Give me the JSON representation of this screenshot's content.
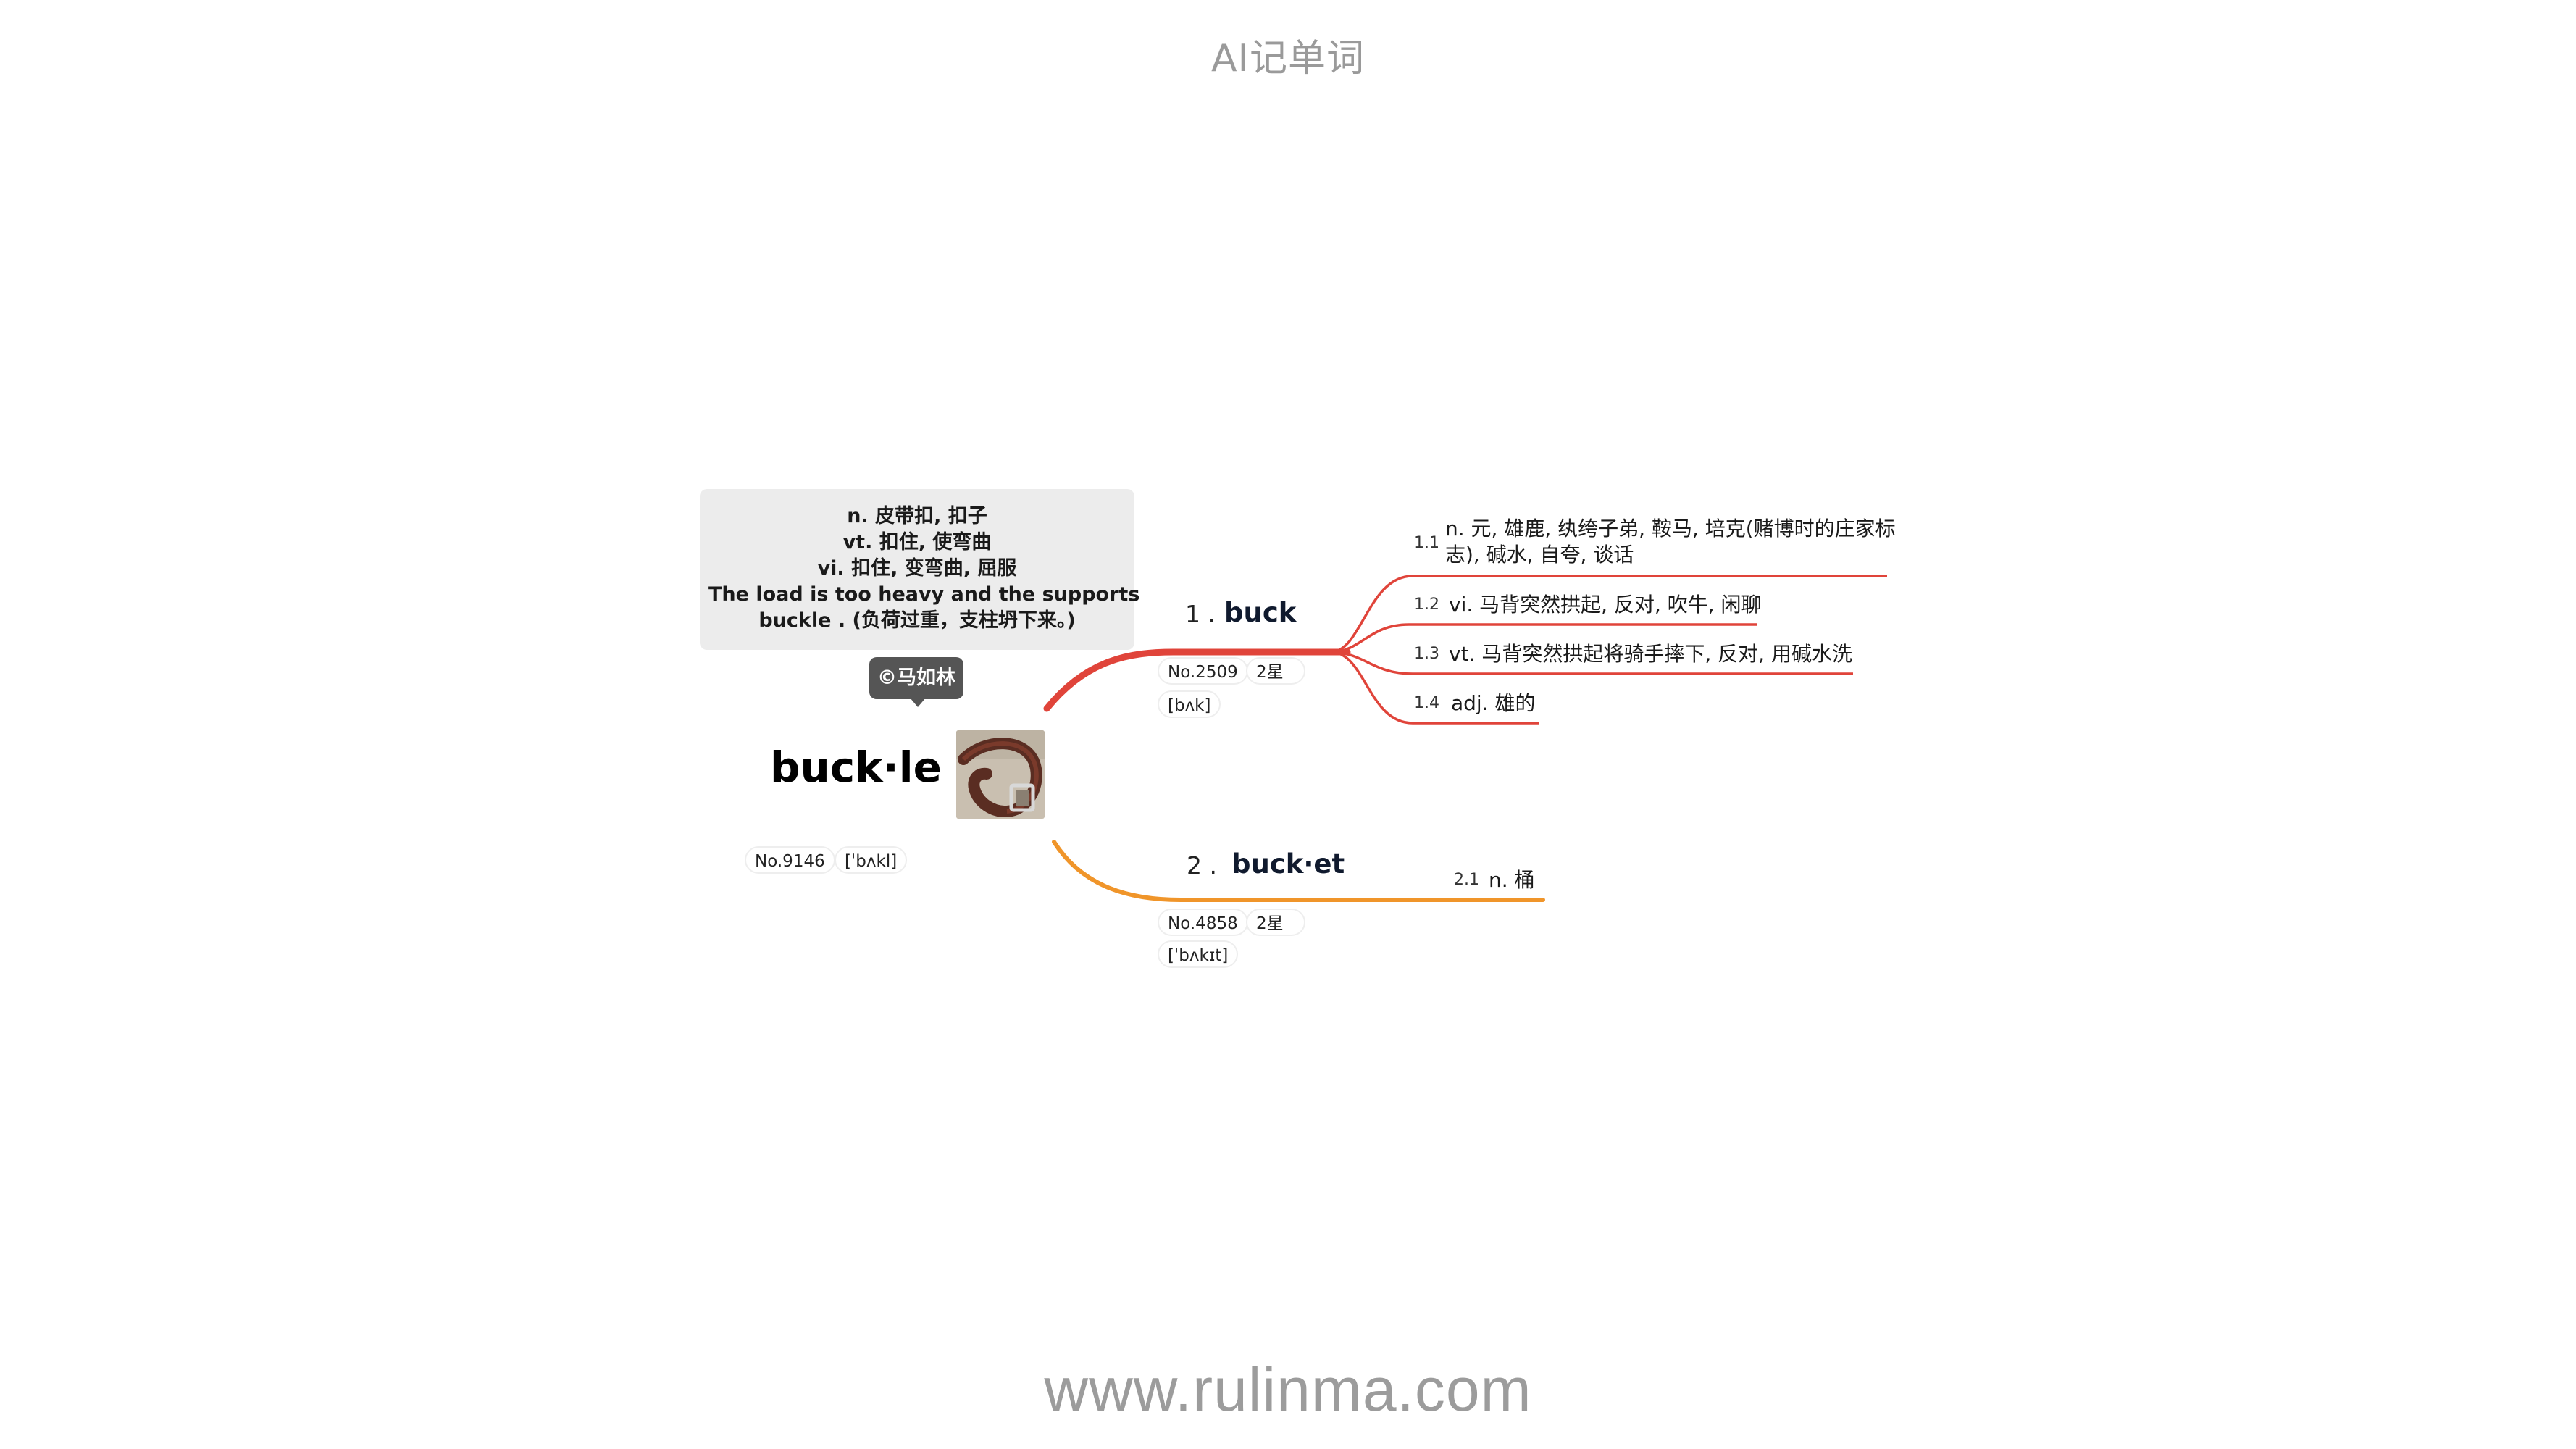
{
  "header": {
    "title": "AI记单词"
  },
  "footer": {
    "url": "www.rulinma.com"
  },
  "root": {
    "word": "buck·le",
    "number": "No.9146",
    "phonetic": "[ˈbʌkl]",
    "definition_lines": [
      "n. 皮带扣, 扣子",
      "vt. 扣住, 使弯曲",
      "vi. 扣住, 变弯曲, 屈服",
      "The load is too heavy and the supports",
      "buckle . (负荷过重，支柱坍下来。)"
    ],
    "copyright": "©马如林",
    "image": "belt-buckle-photo"
  },
  "branches": [
    {
      "index": "1 .",
      "word": "buck",
      "number": "No.2509",
      "stars": "2星",
      "phonetic": "[bʌk]",
      "color": "#e0443a",
      "children": [
        {
          "num": "1.1",
          "text_lines": [
            "n. 元, 雄鹿, 纨绔子弟, 鞍马, 培克(赌博时的庄家标",
            "志), 碱水, 自夸, 谈话"
          ]
        },
        {
          "num": "1.2",
          "text_lines": [
            "vi. 马背突然拱起, 反对, 吹牛, 闲聊"
          ]
        },
        {
          "num": "1.3",
          "text_lines": [
            "vt. 马背突然拱起将骑手摔下, 反对, 用碱水洗"
          ]
        },
        {
          "num": "1.4",
          "text_lines": [
            "adj. 雄的"
          ]
        }
      ]
    },
    {
      "index": "2 .",
      "word": "buck·et",
      "number": "No.4858",
      "stars": "2星",
      "phonetic": "[ˈbʌkɪt]",
      "color": "#f0952a",
      "children": [
        {
          "num": "2.1",
          "text_lines": [
            "n. 桶"
          ]
        }
      ]
    }
  ],
  "colors": {
    "branch1": "#e0443a",
    "branch2": "#f0952a",
    "definition_bg": "#ececec",
    "copyright_bg": "#555555",
    "header_text": "#9a9a9a"
  }
}
